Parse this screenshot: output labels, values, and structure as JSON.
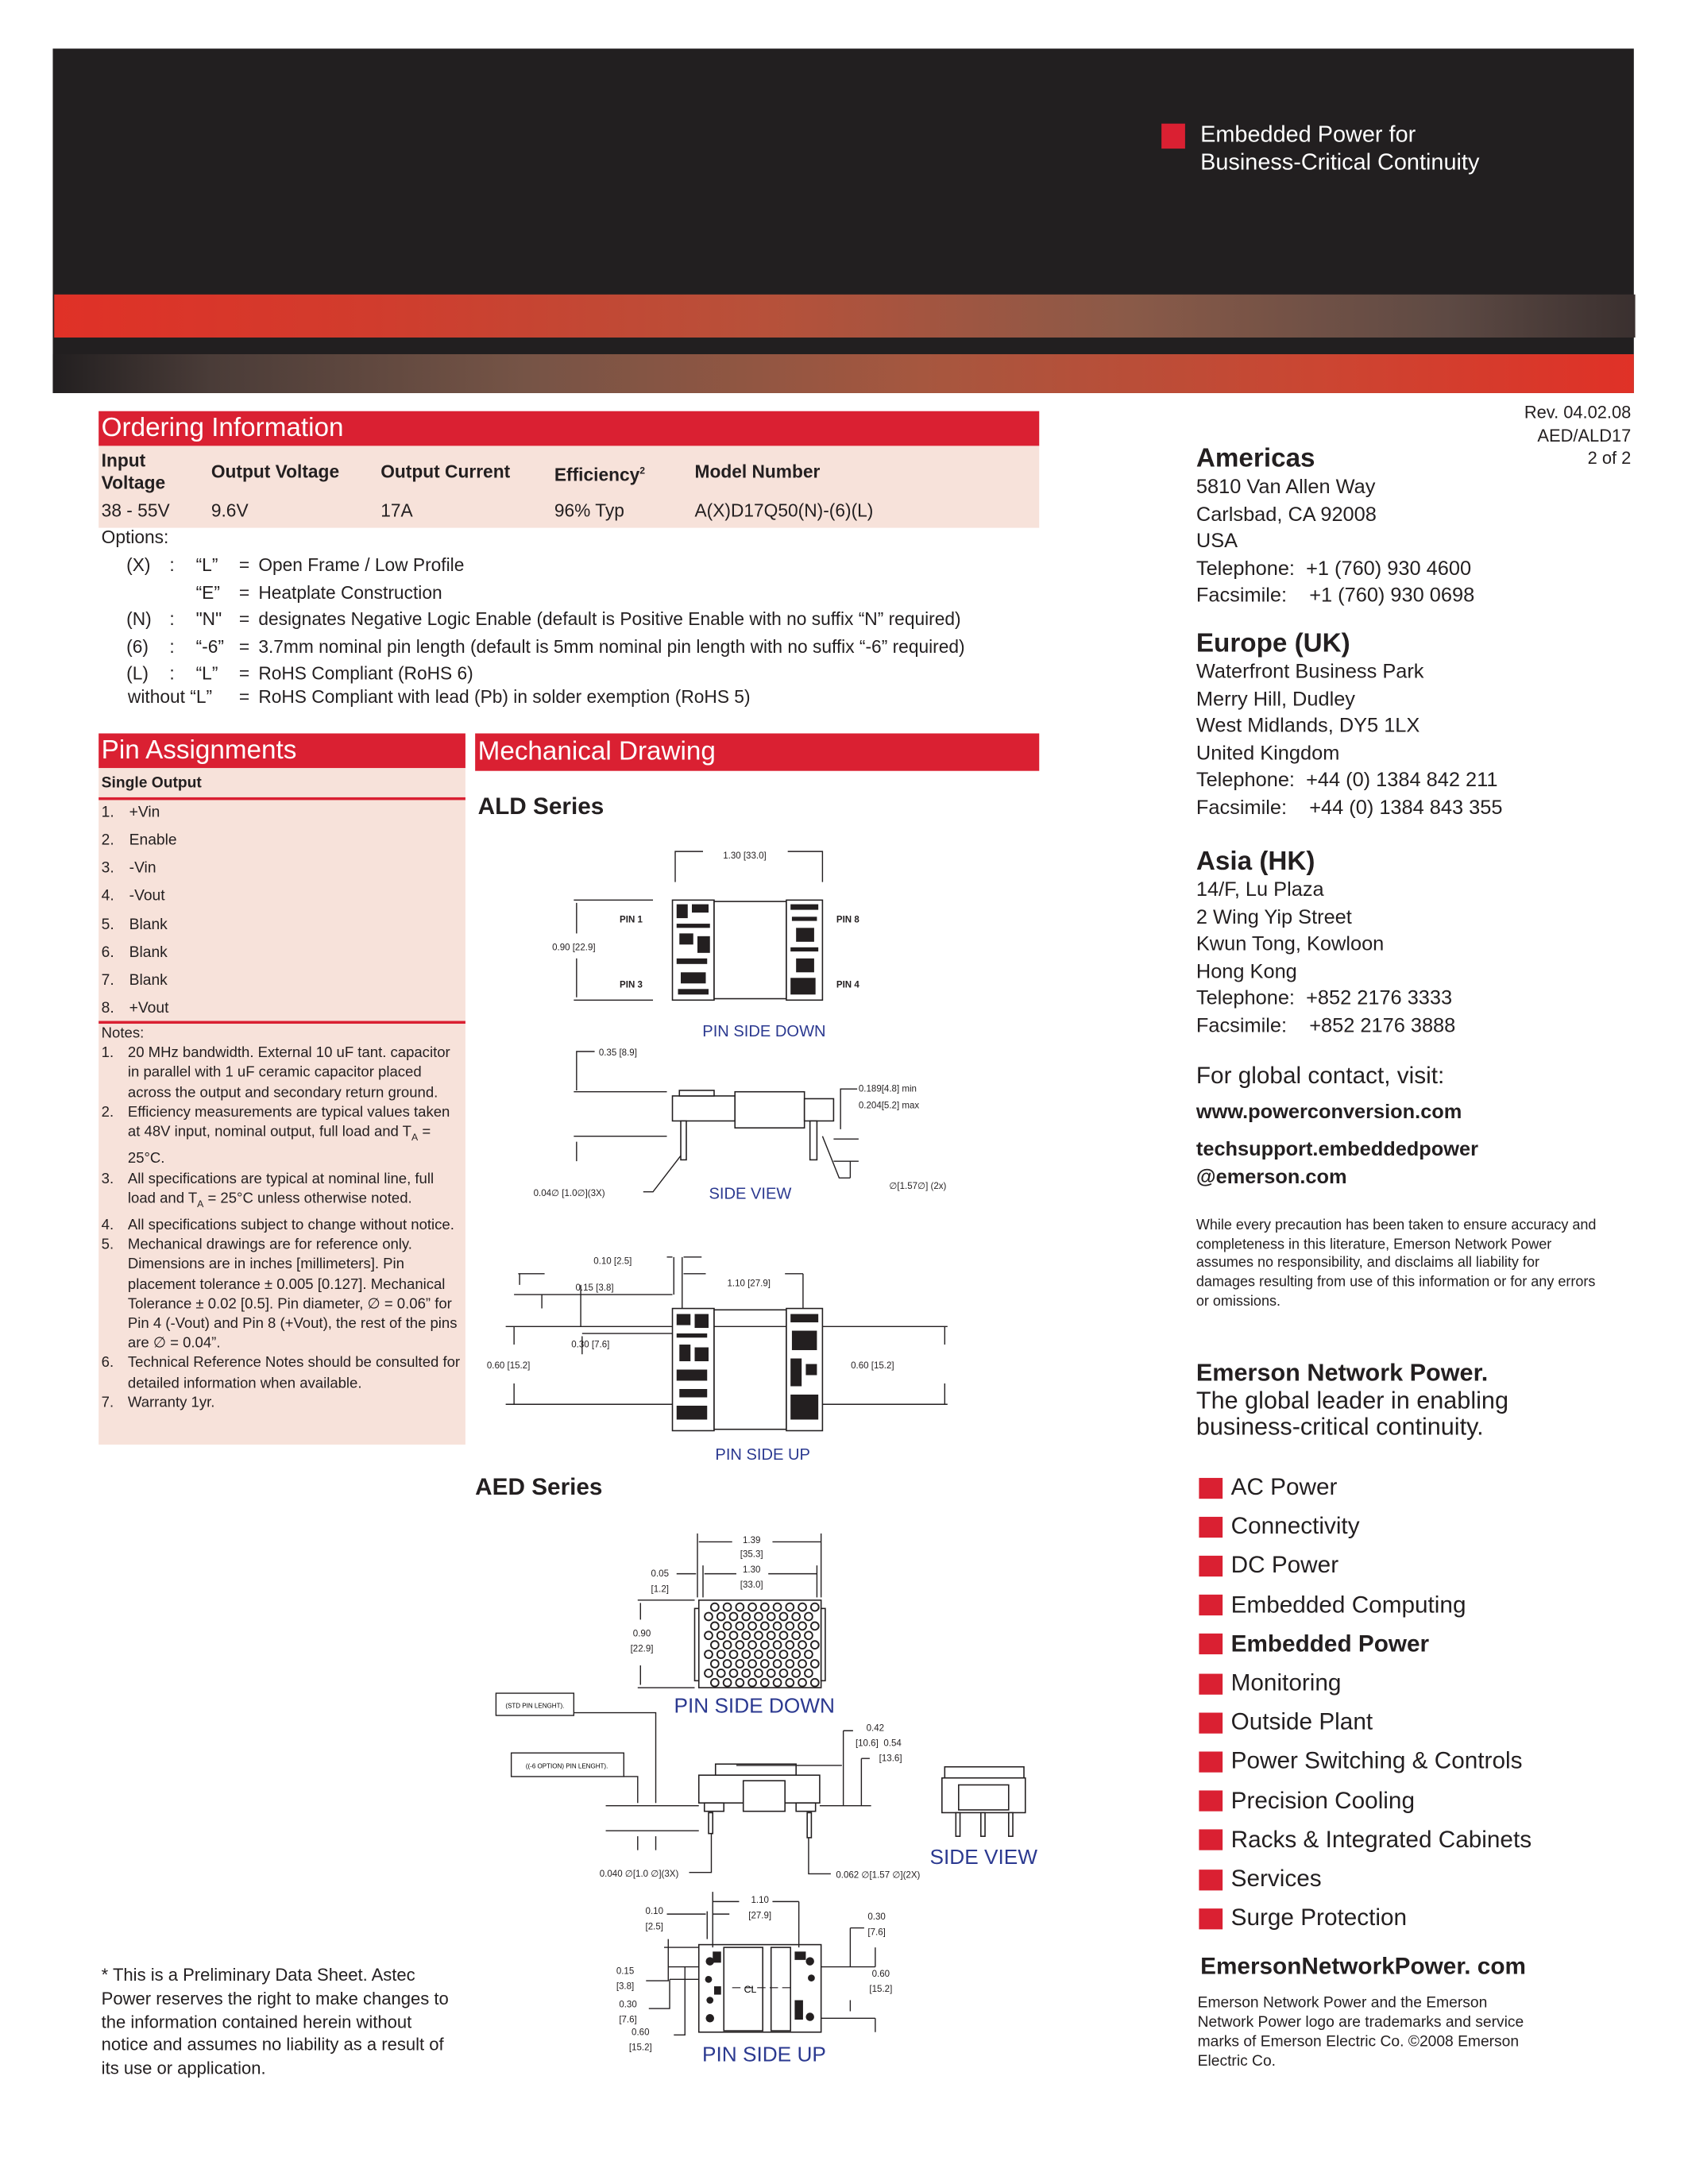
{
  "header": {
    "tagline_line1": "Embedded Power for",
    "tagline_line2": "Business-Critical Continuity",
    "brand_red": "#da2032",
    "dark": "#221f20"
  },
  "ordering": {
    "title": "Ordering Information",
    "columns": {
      "input_line1": "Input",
      "input_line2": "Voltage",
      "output_voltage": "Output  Voltage",
      "output_current": "Output Current",
      "efficiency": "Efficiency",
      "efficiency_sup": "2",
      "model": "Model Number"
    },
    "row": {
      "input": "38 - 55V",
      "output_voltage": "9.6V",
      "output_current": "17A",
      "efficiency": "96% Typ",
      "model": "A(X)D17Q50(N)-(6)(L)"
    },
    "options_label": "Options:",
    "options": [
      {
        "key": "(X)",
        "sep": ":",
        "code": "“L”",
        "eq": "=",
        "desc": "Open Frame / Low Profile"
      },
      {
        "key": "",
        "sep": "",
        "code": "“E”",
        "eq": "=",
        "desc": "Heatplate Construction"
      },
      {
        "key": "(N)",
        "sep": ":",
        "code": "\"N\"",
        "eq": "=",
        "desc": "designates Negative Logic Enable (default is Positive Enable with no suffix “N” required)"
      },
      {
        "key": "(6)",
        "sep": ":",
        "code": "“-6”",
        "eq": "=",
        "desc": "3.7mm nominal pin length (default is 5mm nominal pin length with no suffix “-6” required)"
      },
      {
        "key": "(L)",
        "sep": ":",
        "code": "“L”",
        "eq": "=",
        "desc": "RoHS Compliant (RoHS 6)"
      },
      {
        "key": "without “L”",
        "sep": "",
        "code": "",
        "eq": "=",
        "desc": "RoHS Compliant with lead (Pb) in solder exemption (RoHS 5)"
      }
    ]
  },
  "pins": {
    "title": "Pin Assignments",
    "subtitle": "Single Output",
    "items": [
      {
        "num": "1.",
        "label": "+Vin"
      },
      {
        "num": "2.",
        "label": "Enable"
      },
      {
        "num": "3.",
        "label": "-Vin"
      },
      {
        "num": "4.",
        "label": "-Vout"
      },
      {
        "num": "5.",
        "label": "Blank"
      },
      {
        "num": "6.",
        "label": "Blank"
      },
      {
        "num": "7.",
        "label": "Blank"
      },
      {
        "num": "8.",
        "label": "+Vout"
      }
    ],
    "notes_label": "Notes:",
    "notes": [
      {
        "num": "1.",
        "text": "20 MHz bandwidth. External 10 uF tant. capacitor in parallel with 1 uF ceramic capacitor placed across the output and secondary return ground."
      },
      {
        "num": "2.",
        "text": "Efficiency measurements are typical values taken at 48V input, nominal output, full load and T",
        "sub": "A",
        "after": " = 25°C."
      },
      {
        "num": "3.",
        "text": "All specifications are typical at nominal line, full load and T",
        "sub": "A",
        "after": " = 25°C unless otherwise noted."
      },
      {
        "num": "4.",
        "text": "All specifications subject to change without notice."
      },
      {
        "num": "5.",
        "text": "Mechanical drawings are for reference only. Dimensions are in inches [millimeters]. Pin placement tolerance ± 0.005 [0.127]. Mechanical Tolerance ± 0.02 [0.5]. Pin diameter, ∅ = 0.06” for Pin 4 (-Vout) and Pin 8 (+Vout), the rest of the pins are ∅ = 0.04”."
      },
      {
        "num": "6.",
        "text": "Technical Reference Notes should be consulted for detailed information when available."
      },
      {
        "num": "7.",
        "text": "Warranty 1yr."
      }
    ]
  },
  "preliminary": "* This is a Preliminary Data Sheet. Astec Power reserves the right to make changes to the information contained herein without notice and assumes no liability as a result of its use or application.",
  "mechanical": {
    "title": "Mechanical Drawing",
    "ald": {
      "series": "ALD Series",
      "width": "1.30 [33.0]",
      "height": "0.90 [22.9]",
      "pin1": "PIN 1",
      "pin3": "PIN 3",
      "pin8": "PIN 8",
      "pin4": "PIN 4",
      "pin_side_down": "PIN  SIDE  DOWN",
      "side_height": "0.35 [8.9]",
      "pin_dia": "0.04∅ [1.0∅](3X)",
      "side_view": "SIDE  VIEW",
      "pin_len_min": "0.189[4.8] min",
      "pin_len_max": "0.204[5.2] max",
      "pin_dia2": "∅[1.57∅] (2x)",
      "d010": "0.10 [2.5]",
      "d015": "0.15 [3.8]",
      "d110": "1.10 [27.9]",
      "d030": "0.30 [7.6]",
      "d060_left": "0.60 [15.2]",
      "d060_right": "0.60 [15.2]",
      "pin_side_up": "PIN SIDE UP"
    },
    "aed": {
      "series": "AED Series",
      "w139": "1.39",
      "w139mm": "[35.3]",
      "w130": "1.30",
      "w130mm": "[33.0]",
      "d005": "0.05",
      "d005mm": "[1.2]",
      "h090": "0.90",
      "h090mm": "[22.9]",
      "pin_side_down": "PIN  SIDE  DOWN",
      "std_pin": "(STD PIN LENGHT).",
      "opt_pin": "((-6 OPTION) PIN LENGHT).",
      "h042": "0.42",
      "h042mm": "[10.6]",
      "h054": "0.54",
      "h054mm": "[13.6]",
      "side_view": "SIDE  VIEW",
      "pin_dia3": "0.040 ∅[1.0 ∅](3X)",
      "pin_dia2": "0.062 ∅[1.57 ∅](2X)",
      "u110": "1.10",
      "u110mm": "[27.9]",
      "u010": "0.10",
      "u010mm": "[2.5]",
      "u030r": "0.30",
      "u030rmm": "[7.6]",
      "u015": "0.15",
      "u015mm": "[3.8]",
      "u030": "0.30",
      "u030mm": "[7.6]",
      "u060l": "0.60",
      "u060lmm": "[15.2]",
      "u060r": "0.60",
      "u060rmm": "[15.2]",
      "cl": "CL",
      "pin_side_up": "PIN  SIDE  UP"
    }
  },
  "rev": {
    "line1": "Rev. 04.02.08",
    "line2": "AED/ALD17",
    "line3": "2 of 2"
  },
  "contacts": {
    "americas": {
      "title": "Americas",
      "lines": [
        "5810 Van Allen Way",
        "Carlsbad, CA 92008",
        "USA",
        "Telephone:  +1 (760) 930 4600",
        "Facsimile:    +1 (760) 930 0698"
      ]
    },
    "europe": {
      "title": "Europe (UK)",
      "lines": [
        "Waterfront Business Park",
        "Merry Hill, Dudley",
        "West Midlands, DY5 1LX",
        "United Kingdom",
        "Telephone:  +44 (0) 1384 842 211",
        "Facsimile:    +44 (0) 1384 843 355"
      ]
    },
    "asia": {
      "title": "Asia (HK)",
      "lines": [
        "14/F, Lu Plaza",
        "2 Wing Yip Street",
        "Kwun Tong, Kowloon",
        "Hong Kong",
        "Telephone:  +852 2176 3333",
        "Facsimile:    +852 2176 3888"
      ]
    },
    "global_label": "For global contact, visit:",
    "website": "www.powerconversion.com",
    "email_line1": "techsupport.embeddedpower",
    "email_line2": "@emerson.com"
  },
  "disclaimer": "While every precaution has been taken to ensure accuracy and completeness in this literature, Emerson Network Power assumes no responsibility, and disclaims all liability for damages resulting from use of this information or for any errors or omissions.",
  "brand": {
    "name": "Emerson Network Power.",
    "slogan_line1": "The global leader in enabling",
    "slogan_line2": "business-critical continuity."
  },
  "business_list": [
    "AC Power",
    "Connectivity",
    "DC Power",
    "Embedded Computing",
    "Embedded Power",
    "Monitoring",
    "Outside Plant",
    "Power Switching & Controls",
    "Precision Cooling",
    "Racks & Integrated Cabinets",
    "Services",
    "Surge Protection"
  ],
  "footer": {
    "site": "EmersonNetworkPower. com",
    "trademark": "Emerson Network Power and the Emerson Network Power logo are trademarks and service marks of Emerson Electric Co. ©2008 Emerson Electric Co."
  }
}
